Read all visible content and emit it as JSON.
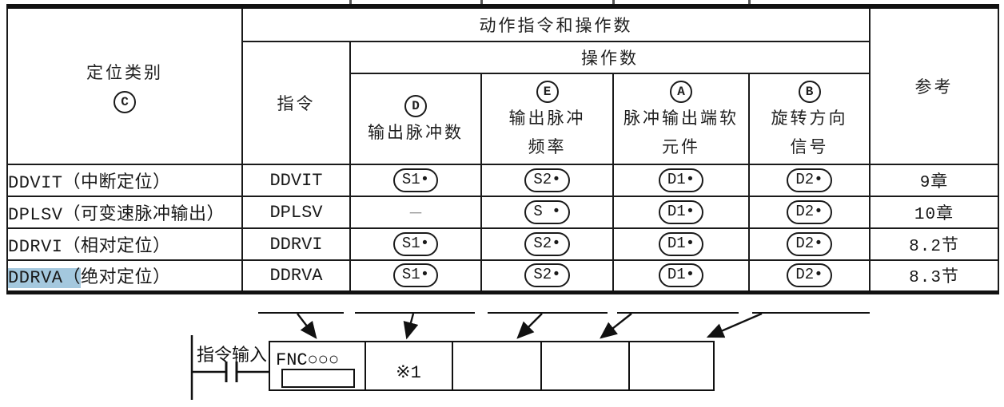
{
  "colors": {
    "header_bg": "#dcdcdc",
    "highlight": "#a4c8de",
    "border": "#1a1a1a"
  },
  "table": {
    "headers": {
      "category_label": "定位类别",
      "category_circle": "C",
      "action_group": "动作指令和操作数",
      "instruction": "指令",
      "operand_group": "操作数",
      "operand_columns": [
        {
          "circle": "D",
          "line1": "输出脉冲数",
          "line2": ""
        },
        {
          "circle": "E",
          "line1": "输出脉冲",
          "line2": "频率"
        },
        {
          "circle": "A",
          "line1": "脉冲输出端软",
          "line2": "元件"
        },
        {
          "circle": "B",
          "line1": "旋转方向",
          "line2": "信号"
        }
      ],
      "reference": "参考"
    },
    "rows": [
      {
        "category_hl": "",
        "category": "DDVIT（中断定位）",
        "instruction": "DDVIT",
        "operands": [
          {
            "label": "S1•"
          },
          {
            "label": "S2•"
          },
          {
            "label": "D1•"
          },
          {
            "label": "D2•"
          }
        ],
        "reference": "9章"
      },
      {
        "category_hl": "",
        "category": "DPLSV（可变速脉冲输出）",
        "instruction": "DPLSV",
        "operands": [
          {
            "label": "－"
          },
          {
            "label": "S •"
          },
          {
            "label": "D1•"
          },
          {
            "label": "D2•"
          }
        ],
        "reference": "10章"
      },
      {
        "category_hl": "",
        "category": "DDRVI（相对定位）",
        "instruction": "DDRVI",
        "operands": [
          {
            "label": "S1•"
          },
          {
            "label": "S2•"
          },
          {
            "label": "D1•"
          },
          {
            "label": "D2•"
          }
        ],
        "reference": "8.2节"
      },
      {
        "category_hl": "DDRVA（",
        "category": "绝对定位）",
        "instruction": "DDRVA",
        "operands": [
          {
            "label": "S1•"
          },
          {
            "label": "S2•"
          },
          {
            "label": "D1•"
          },
          {
            "label": "D2•"
          }
        ],
        "reference": "8.3节"
      }
    ]
  },
  "diagram": {
    "input_label": "指令输入",
    "fnc_label": "FNC○○○",
    "note_label": "※1"
  }
}
